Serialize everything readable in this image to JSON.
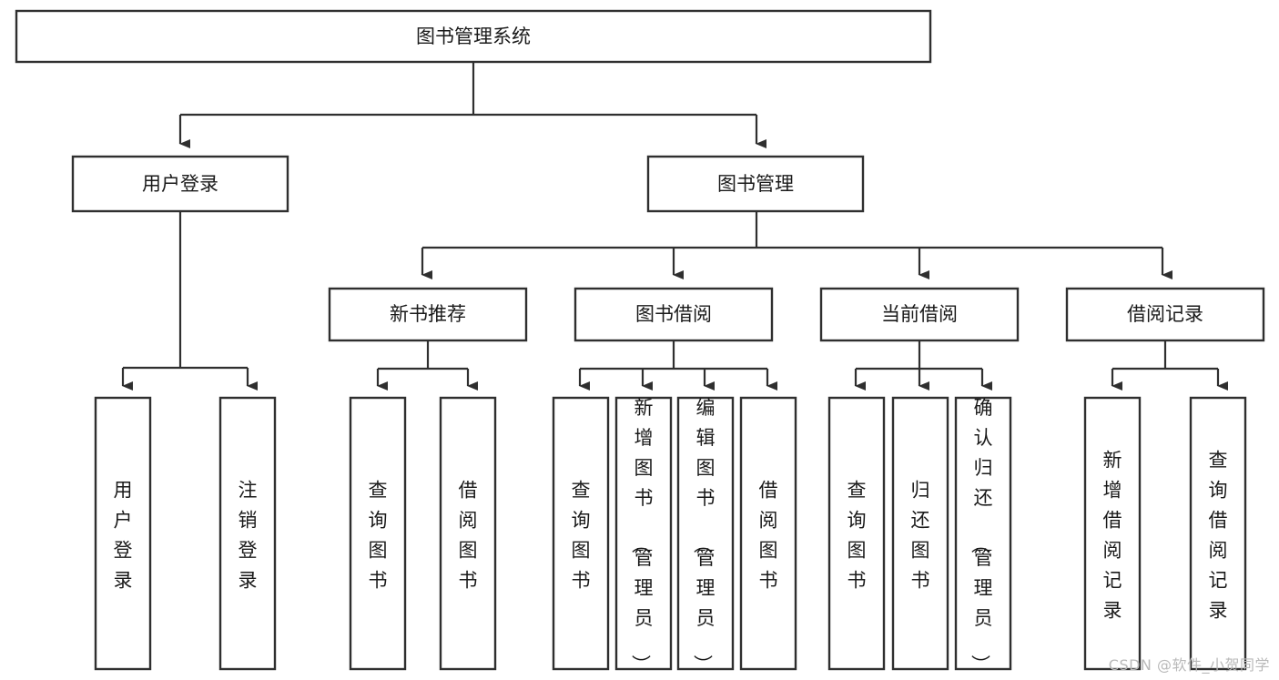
{
  "diagram": {
    "title": "图书管理系统",
    "type": "tree-hierarchy-chart",
    "root": {
      "id": "root",
      "label": "图书管理系统"
    },
    "level2": [
      {
        "id": "user-login",
        "label": "用户登录"
      },
      {
        "id": "book-management",
        "label": "图书管理"
      }
    ],
    "level3": [
      {
        "id": "new-book-recommend",
        "label": "新书推荐",
        "parent": "book-management"
      },
      {
        "id": "book-borrow",
        "label": "图书借阅",
        "parent": "book-management"
      },
      {
        "id": "current-borrow",
        "label": "当前借阅",
        "parent": "book-management"
      },
      {
        "id": "borrow-record",
        "label": "借阅记录",
        "parent": "book-management"
      }
    ],
    "leaves": {
      "user-login": [
        {
          "id": "leaf-user-login",
          "label": "用户登录"
        },
        {
          "id": "leaf-logout-login",
          "label": "注销登录"
        }
      ],
      "new-book-recommend": [
        {
          "id": "leaf-query-book-1",
          "label": "查询图书"
        },
        {
          "id": "leaf-borrow-book-1",
          "label": "借阅图书"
        }
      ],
      "book-borrow": [
        {
          "id": "leaf-query-book-2",
          "label": "查询图书"
        },
        {
          "id": "leaf-add-book-admin",
          "label": "新增图书（管理员）"
        },
        {
          "id": "leaf-edit-book-admin",
          "label": "编辑图书（管理员）"
        },
        {
          "id": "leaf-borrow-book-2",
          "label": "借阅图书"
        }
      ],
      "current-borrow": [
        {
          "id": "leaf-query-book-3",
          "label": "查询图书"
        },
        {
          "id": "leaf-return-book",
          "label": "归还图书"
        },
        {
          "id": "leaf-confirm-return-admin",
          "label": "确认归还（管理员）"
        }
      ],
      "borrow-record": [
        {
          "id": "leaf-add-borrow-record",
          "label": "新增借阅记录"
        },
        {
          "id": "leaf-query-borrow-record",
          "label": "查询借阅记录"
        }
      ]
    }
  },
  "watermark": {
    "text": "CSDN @软件_小贺同学"
  },
  "colors": {
    "stroke": "#2f2f2f",
    "box_fill": "#ffffff",
    "text": "#1a1a1a",
    "background": "#ffffff",
    "watermark": "#b9b9b9"
  }
}
